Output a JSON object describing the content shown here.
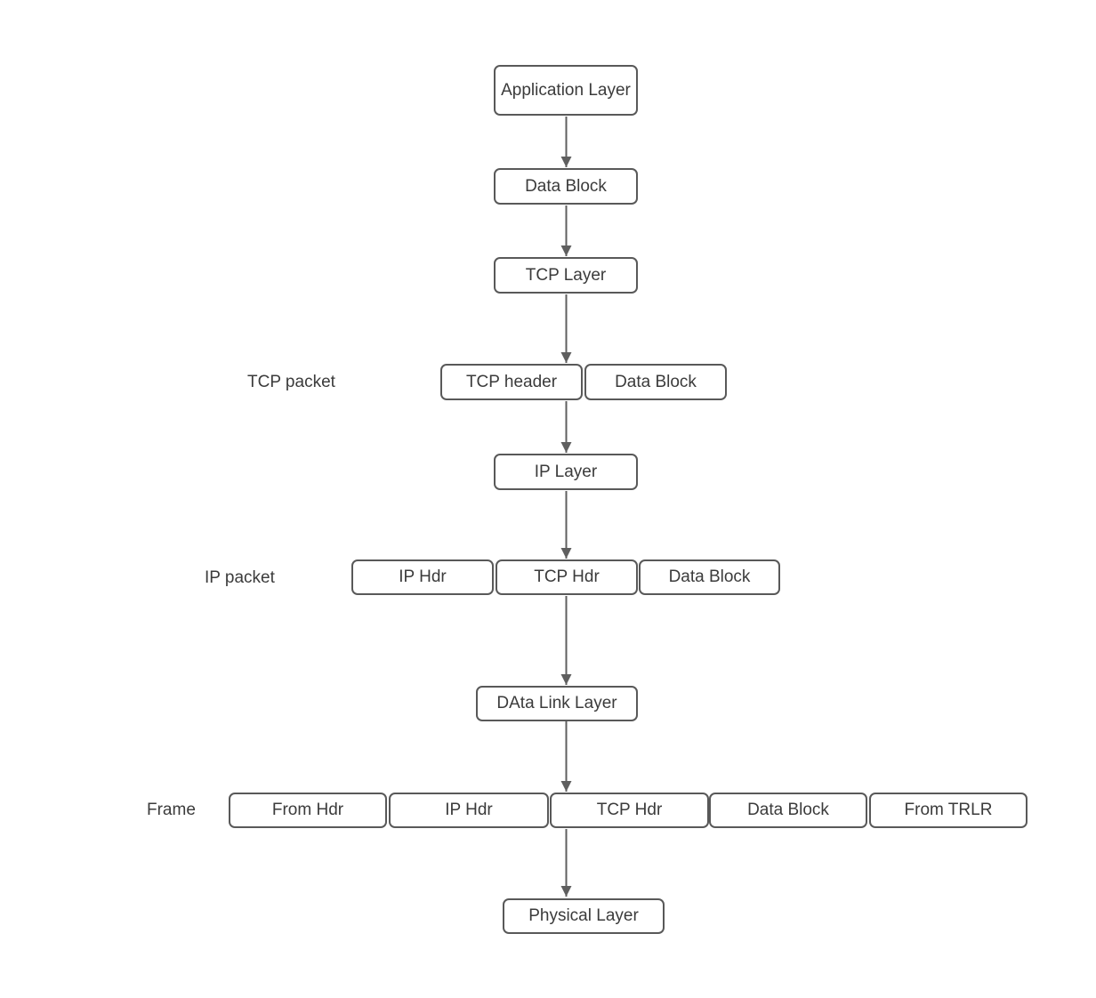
{
  "colors": {
    "background": "#ffffff",
    "stroke": "#595959",
    "text": "#3b3b3b",
    "arrow": "#5f5f5f"
  },
  "nodes": {
    "application_layer": "Application Layer",
    "data_block": "Data Block",
    "tcp_layer": "TCP Layer",
    "ip_layer": "IP Layer",
    "data_link_layer": "DAta Link Layer",
    "physical_layer": "Physical Layer"
  },
  "rows": {
    "tcp_packet": {
      "label": "TCP packet",
      "cells": [
        "TCP header",
        "Data Block"
      ]
    },
    "ip_packet": {
      "label": "IP packet",
      "cells": [
        "IP Hdr",
        "TCP Hdr",
        "Data Block"
      ]
    },
    "frame": {
      "label": "Frame",
      "cells": [
        "From Hdr",
        "IP Hdr",
        "TCP Hdr",
        "Data Block",
        "From TRLR"
      ]
    }
  }
}
